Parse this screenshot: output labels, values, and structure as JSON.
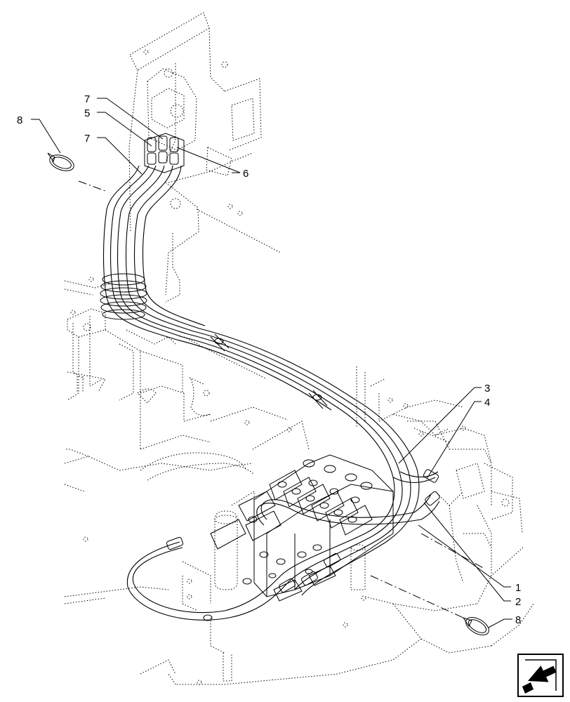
{
  "callouts": [
    {
      "id": "c7a",
      "text": "7"
    },
    {
      "id": "c5",
      "text": "5"
    },
    {
      "id": "c7b",
      "text": "7"
    },
    {
      "id": "c8a",
      "text": "8"
    },
    {
      "id": "c6",
      "text": "6"
    },
    {
      "id": "c3",
      "text": "3"
    },
    {
      "id": "c4",
      "text": "4"
    },
    {
      "id": "c1",
      "text": "1"
    },
    {
      "id": "c2",
      "text": "2"
    },
    {
      "id": "c8b",
      "text": "8"
    }
  ],
  "icons": {
    "navigation": "back-arrow-icon"
  }
}
